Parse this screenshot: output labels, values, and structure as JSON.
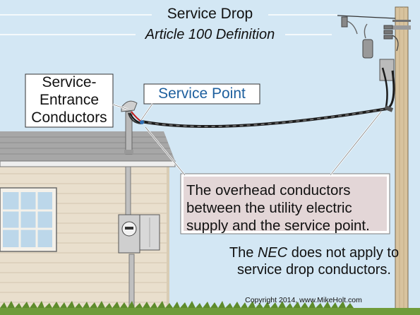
{
  "title": "Service Drop",
  "subtitle": "Article 100 Definition",
  "callouts": {
    "service_entrance": [
      "Service-",
      "Entrance",
      "Conductors"
    ],
    "service_point": "Service Point"
  },
  "definition_lines": [
    "The overhead conductors",
    "between the utility electric",
    "supply and the service point."
  ],
  "note": {
    "prefix": "The ",
    "emphasis": "NEC",
    "suffix_line1": " does not apply to",
    "line2": "service drop conductors."
  },
  "copyright": "Copyright 2014, www.MikeHolt.com",
  "colors": {
    "sky": "#d3e7f4",
    "siding": "#e9dfcd",
    "roof": "#a7a7a7",
    "pole": "#d8c39e",
    "callout_box": "#e3d6d7",
    "service_point_text": "#1d5f9e",
    "grass": "#6f9b3a"
  },
  "icons": [
    "weatherhead-icon",
    "meter-icon",
    "insulator-icon",
    "grass-icon"
  ]
}
